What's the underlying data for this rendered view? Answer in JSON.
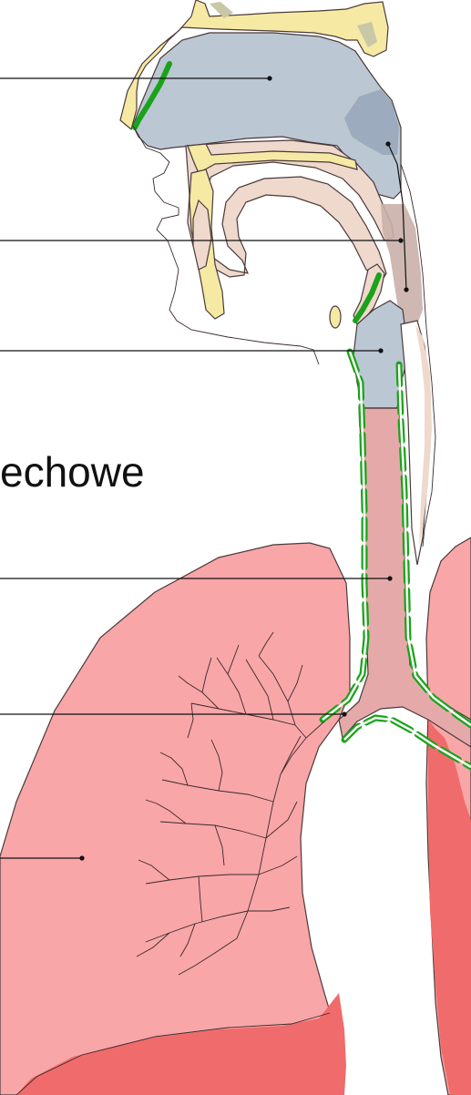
{
  "labels": {
    "partial_word": "echowe"
  },
  "colors": {
    "airway_blue": "#bcc7d4",
    "trachea_pink": "#e6a9a9",
    "lung_pink": "#f9a6a8",
    "lung_dark": "#f06b6b",
    "bone_yellow": "#f6e9a4",
    "cilia_green": "#1aa31a",
    "tissue_beige": "#efd8cc"
  },
  "pointers": [
    "nasal-cavity",
    "pharynx",
    "larynx",
    "trachea",
    "bronchus",
    "lung"
  ]
}
